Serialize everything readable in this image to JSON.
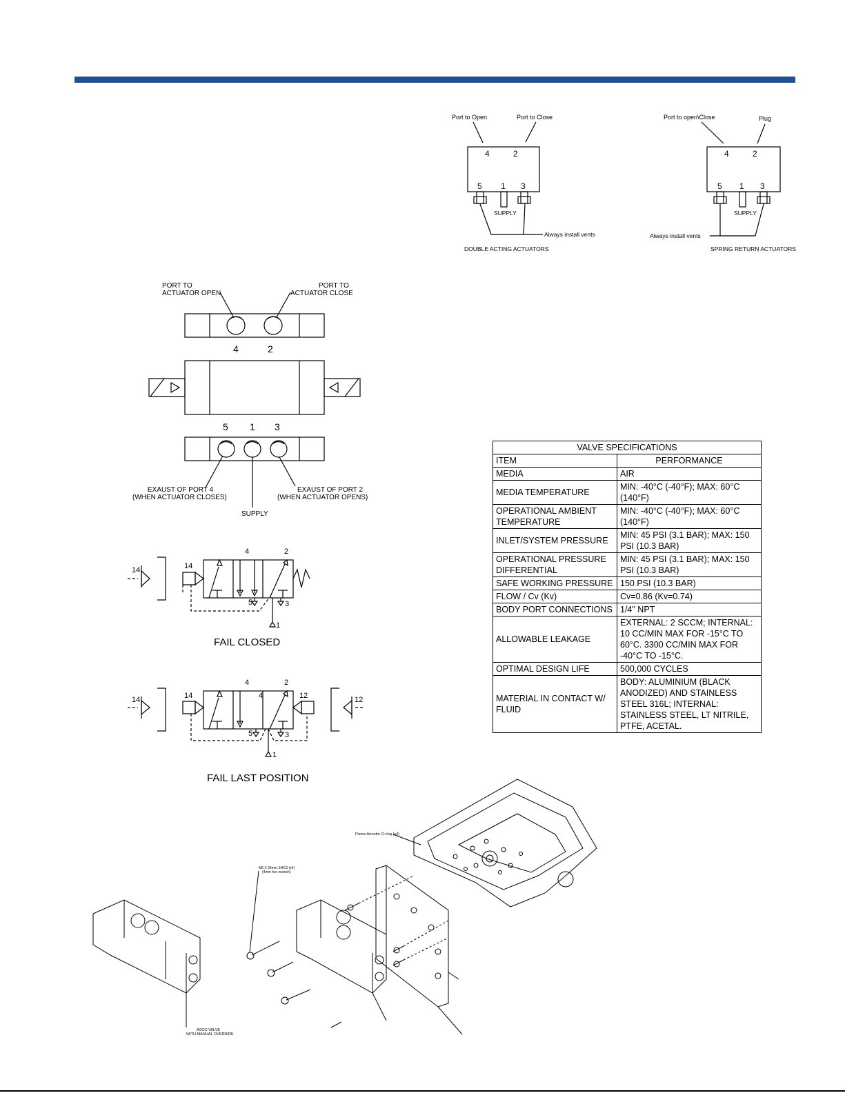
{
  "header": {
    "bar_color": "#1f4e9a"
  },
  "port_diagrams": {
    "double_acting": {
      "port_to_open": "Port to Open",
      "port_to_close": "Port to Close",
      "ports_top": [
        "4",
        "2"
      ],
      "ports_bottom": [
        "5",
        "1",
        "3"
      ],
      "supply": "SUPPLY",
      "vents_note": "Always install vents",
      "caption": "DOUBLE ACTING ACTUATORS"
    },
    "spring_return": {
      "port_to_open_close": "Port to open\\Close",
      "plug": "Plug",
      "ports_top": [
        "4",
        "2"
      ],
      "ports_bottom": [
        "5",
        "1",
        "3"
      ],
      "supply": "SUPPLY",
      "vents_note": "Always install vents",
      "caption": "SPRING RETURN ACTUATORS"
    }
  },
  "valve_layout": {
    "port_open_l1": "PORT TO",
    "port_open_l2": "ACTUATOR OPEN",
    "port_close_l1": "PORT TO",
    "port_close_l2": "ACTUATOR CLOSE",
    "top_ports": [
      "4",
      "2"
    ],
    "bottom_ports": [
      "5",
      "1",
      "3"
    ],
    "exhaust4_l1": "EXAUST OF PORT 4",
    "exhaust4_l2": "(WHEN ACTUATOR CLOSES)",
    "exhaust2_l1": "EXAUST OF PORT 2",
    "exhaust2_l2": "(WHEN ACTUATOR OPENS)",
    "supply": "SUPPLY"
  },
  "schematics": {
    "fail_closed": {
      "caption": "FAIL CLOSED",
      "pilot": "14",
      "pilot_inner": "14",
      "port4": "4",
      "port2": "2",
      "port5": "5",
      "port3": "3",
      "port1": "1"
    },
    "fail_last": {
      "caption": "FAIL LAST POSITION",
      "pilot_left": "14",
      "pilot_left_inner": "14",
      "pilot_right_inner": "12",
      "pilot_right": "12",
      "port4": "4",
      "port4_inner": "4",
      "port2": "2",
      "port5": "5",
      "port3": "3",
      "port1": "1"
    }
  },
  "spec_table": {
    "title": "VALVE SPECIFICATIONS",
    "header": [
      "ITEM",
      "PERFORMANCE"
    ],
    "rows": [
      {
        "item": "MEDIA",
        "value": "AIR"
      },
      {
        "item": "MEDIA TEMPERATURE",
        "value": "MIN: -40°C (-40°F); MAX: 60°C (140°F)"
      },
      {
        "item": "OPERATIONAL AMBIENT TEMPERATURE",
        "value": "MIN: -40°C (-40°F); MAX: 60°C (140°F)"
      },
      {
        "item": "INLET/SYSTEM PRESSURE",
        "value": "MIN: 45 PSI (3.1 BAR); MAX: 150 PSI (10.3 BAR)"
      },
      {
        "item": "OPERATIONAL PRESSURE DIFFERENTIAL",
        "value": "MIN: 45 PSI (3.1 BAR); MAX: 150 PSI (10.3 BAR)"
      },
      {
        "item": "SAFE WORKING PRESSURE",
        "value": "150 PSI (10.3 BAR)"
      },
      {
        "item": "FLOW / Cv (Kv)",
        "value": "Cv=0.86 (Kv=0.74)"
      },
      {
        "item": "BODY PORT CONNECTIONS",
        "value": "1/4\" NPT"
      },
      {
        "item": "ALLOWABLE LEAKAGE",
        "value": "EXTERNAL: 2 SCCM; INTERNAL: 10 CC/MIN MAX FOR -15°C TO 60°C. 3300 CC/MIN MAX FOR -40°C TO -15°C."
      },
      {
        "item": "OPTIMAL DESIGN LIFE",
        "value": "500,000 CYCLES"
      },
      {
        "item": "MATERIAL IN CONTACT W/ FLUID",
        "value": "BODY: ALUMINIUM (BLACK ANODIZED) AND STAINLESS STEEL 316L; INTERNAL: STAINLESS STEEL, LT NITRILE, PTFE, ACETAL."
      }
    ]
  },
  "assembly_drawing": {
    "flame_label": "Flame Arrestor O-ring (x4)",
    "screw_label_l1": "M5 X 35mm SHCS (x4)",
    "screw_label_l2": "(4mm hex wrench)",
    "valve_label_l1": "ASCO VALVE",
    "valve_label_l2": "WITH MANUAL OVERRIDE"
  }
}
